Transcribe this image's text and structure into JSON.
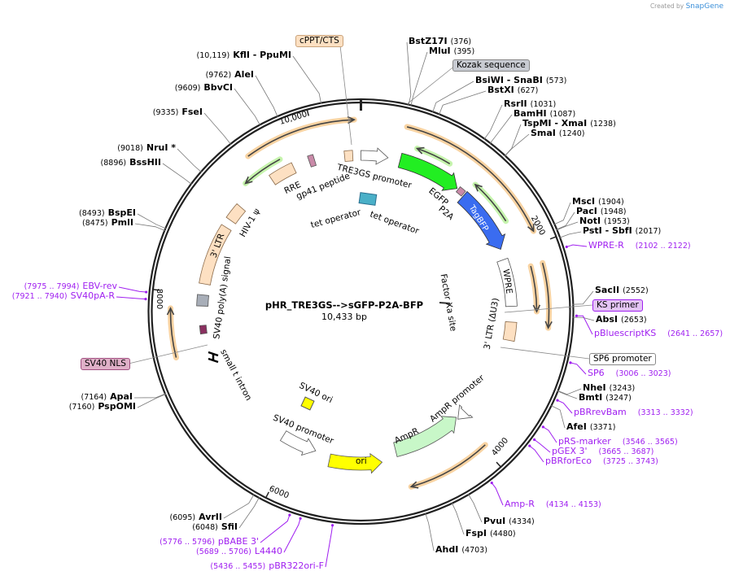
{
  "credit": {
    "prefix": "Created by",
    "brand": "SnapGene"
  },
  "plasmid": {
    "name": "pHR_TRE3GS-->sGFP-P2A-BFP",
    "length_label": "10,433 bp",
    "length": 10433
  },
  "ring_ticks": [
    "10,000",
    "2000",
    "4000",
    "6000",
    "8000"
  ],
  "sites": [
    {
      "name": "BstZ17I",
      "pos": 376,
      "pos_label": "(376)"
    },
    {
      "name": "MluI",
      "pos": 395,
      "pos_label": "(395)"
    },
    {
      "name": "BsiWI  - SnaBI",
      "pos": 573,
      "pos_label": "(573)"
    },
    {
      "name": "BstXI",
      "pos": 627,
      "pos_label": "(627)"
    },
    {
      "name": "RsrII",
      "pos": 1031,
      "pos_label": "(1031)"
    },
    {
      "name": "BamHI",
      "pos": 1087,
      "pos_label": "(1087)"
    },
    {
      "name": "TspMI  - XmaI",
      "pos": 1238,
      "pos_label": "(1238)"
    },
    {
      "name": "SmaI",
      "pos": 1240,
      "pos_label": "(1240)"
    },
    {
      "name": "MscI",
      "pos": 1904,
      "pos_label": "(1904)"
    },
    {
      "name": "PacI",
      "pos": 1948,
      "pos_label": "(1948)"
    },
    {
      "name": "NotI",
      "pos": 1953,
      "pos_label": "(1953)"
    },
    {
      "name": "PstI  - SbfI",
      "pos": 2017,
      "pos_label": "(2017)"
    },
    {
      "name": "SacII",
      "pos": 2552,
      "pos_label": "(2552)"
    },
    {
      "name": "AbsI",
      "pos": 2653,
      "pos_label": "(2653)"
    },
    {
      "name": "NheI",
      "pos": 3243,
      "pos_label": "(3243)"
    },
    {
      "name": "BmtI",
      "pos": 3247,
      "pos_label": "(3247)"
    },
    {
      "name": "AfeI",
      "pos": 3371,
      "pos_label": "(3371)"
    },
    {
      "name": "PvuI",
      "pos": 4334,
      "pos_label": "(4334)"
    },
    {
      "name": "FspI",
      "pos": 4480,
      "pos_label": "(4480)"
    },
    {
      "name": "AhdI",
      "pos": 4703,
      "pos_label": "(4703)"
    },
    {
      "name": "SfiI",
      "pos": 6048,
      "pos_label": "(6048)"
    },
    {
      "name": "AvrII",
      "pos": 6095,
      "pos_label": "(6095)"
    },
    {
      "name": "PspOMI",
      "pos": 7160,
      "pos_label": "(7160)"
    },
    {
      "name": "ApaI",
      "pos": 7164,
      "pos_label": "(7164)"
    },
    {
      "name": "PmlI",
      "pos": 8475,
      "pos_label": "(8475)"
    },
    {
      "name": "BspEI",
      "pos": 8493,
      "pos_label": "(8493)"
    },
    {
      "name": "BssHII",
      "pos": 8896,
      "pos_label": "(8896)"
    },
    {
      "name": "NruI *",
      "pos": 9018,
      "pos_label": "(9018)"
    },
    {
      "name": "FseI",
      "pos": 9335,
      "pos_label": "(9335)"
    },
    {
      "name": "BbvCI",
      "pos": 9609,
      "pos_label": "(9609)"
    },
    {
      "name": "AleI",
      "pos": 9762,
      "pos_label": "(9762)"
    },
    {
      "name": "KflI  - PpuMI",
      "pos": 10119,
      "pos_label": "(10,119)"
    }
  ],
  "primers": [
    {
      "name": "WPRE-R",
      "start": 2102,
      "range_label": "(2102 .. 2122)"
    },
    {
      "name": "pBluescriptKS",
      "start": 2641,
      "range_label": "(2641 .. 2657)"
    },
    {
      "name": "SP6",
      "start": 3006,
      "range_label": "(3006 .. 3023)"
    },
    {
      "name": "pBRrevBam",
      "start": 3313,
      "range_label": "(3313 .. 3332)"
    },
    {
      "name": "pRS-marker",
      "start": 3546,
      "range_label": "(3546 .. 3565)"
    },
    {
      "name": "pGEX 3'",
      "start": 3665,
      "range_label": "(3665 .. 3687)"
    },
    {
      "name": "pBRforEco",
      "start": 3725,
      "range_label": "(3725 .. 3743)"
    },
    {
      "name": "Amp-R",
      "start": 4134,
      "range_label": "(4134 .. 4153)"
    },
    {
      "name": "pBR322ori-F",
      "start": 5436,
      "range_label": "(5436 .. 5455)"
    },
    {
      "name": "L4440",
      "start": 5689,
      "range_label": "(5689 .. 5706)"
    },
    {
      "name": "pBABE 3'",
      "start": 5776,
      "range_label": "(5776 .. 5796)"
    },
    {
      "name": "SV40pA-R",
      "start": 7921,
      "range_label": "(7921 .. 7940)"
    },
    {
      "name": "EBV-rev",
      "start": 7975,
      "range_label": "(7975 .. 7994)"
    }
  ],
  "tags": {
    "cppt": "cPPT/CTS",
    "kozak": "Kozak sequence",
    "ks_primer": "KS primer",
    "sp6_promoter": "SP6 promoter",
    "sv40_nls": "SV40 NLS"
  },
  "features": {
    "tre3gs": "TRE3GS promoter",
    "egfp": "EGFP",
    "p2a": "P2A",
    "tagbfp": "TagBFP",
    "wpre": "WPRE",
    "ltr3_du3": "3' LTR (ΔU3)",
    "factor_xa": "Factor Xa site",
    "ampr_promoter": "AmpR promoter",
    "ampr": "AmpR",
    "ori": "ori",
    "sv40_promoter": "SV40 promoter",
    "sv40_ori": "SV40 ori",
    "small_t": "small t intron",
    "sv40_polya": "SV40 poly(A) signal",
    "ltr3": "3' LTR",
    "hiv_psi": "HIV-1 ψ",
    "rre": "RRE",
    "gp41": "gp41 peptide",
    "tet_op1": "tet operator",
    "tet_op2": "tet operator"
  },
  "colors": {
    "primer": "#a020f0",
    "orf": "#f5c07a",
    "egfp": "#22ee22",
    "tagbfp": "#3a6cf0",
    "ori": "#ffff00",
    "ampr": "#c8f7c8",
    "misc": "#fde0c2"
  }
}
